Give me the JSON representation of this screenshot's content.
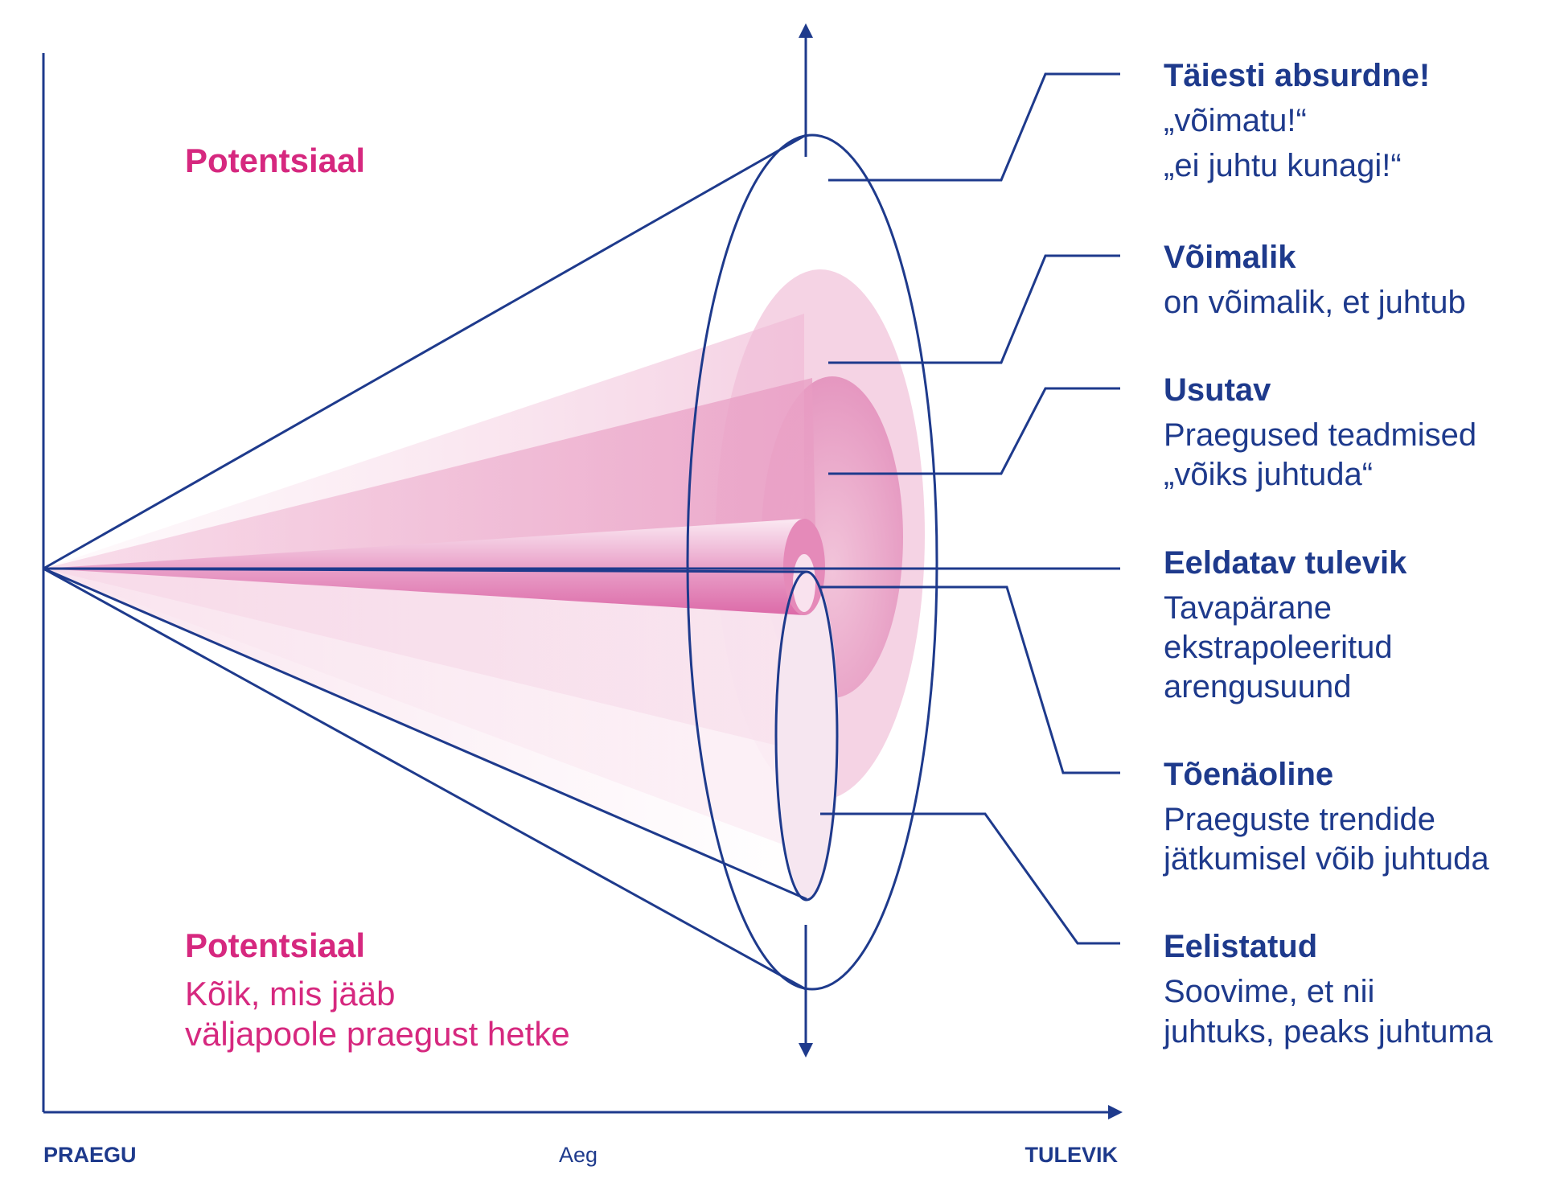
{
  "axis": {
    "x_start": "PRAEGU",
    "x_mid": "Aeg",
    "x_end": "TULEVIK"
  },
  "potential_top": {
    "title": "Potentsiaal"
  },
  "potential_bottom": {
    "title": "Potentsiaal",
    "lines": [
      "Kõik, mis jääb",
      "väljapoole praegust hetke"
    ]
  },
  "labels": [
    {
      "title": "Täiesti absurdne!",
      "lines": [
        "„võimatu!“",
        "„ei juhtu kunagi!“"
      ]
    },
    {
      "title": "Võimalik",
      "lines": [
        "on võimalik, et juhtub"
      ]
    },
    {
      "title": "Usutav",
      "lines": [
        "Praegused teadmised",
        "„võiks juhtuda“"
      ]
    },
    {
      "title": "Eeldatav tulevik",
      "lines": [
        "Tavapärane",
        "ekstrapoleeritud",
        "arengusuund"
      ]
    },
    {
      "title": "Tõenäoline",
      "lines": [
        "Praeguste trendide",
        "jätkumisel võib juhtuda"
      ]
    },
    {
      "title": "Eelistatud",
      "lines": [
        "Soovime, et nii",
        "juhtuks, peaks juhtuma"
      ]
    }
  ],
  "colors": {
    "navy": "#1e3a8c",
    "magenta": "#d6287f",
    "pink_light": "#f5d3e4",
    "pink_mid": "#eab0cf",
    "pink_deep": "#e07ab2"
  }
}
